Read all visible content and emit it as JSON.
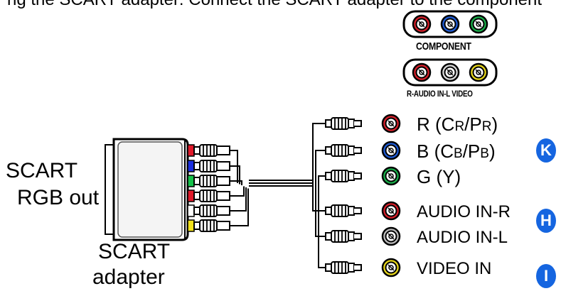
{
  "caption_partial": "ng the SCART adapter: Connect the SCART adapter to the component",
  "panel": {
    "component_label": "COMPONENT",
    "audio_video_label": "R-AUDIO IN-L VIDEO",
    "top_jack_colors": [
      "#d81f2a",
      "#1f5cd6",
      "#19b04a"
    ],
    "bottom_jack_colors": [
      "#d81f2a",
      "#d9d9d9",
      "#e8d71a"
    ]
  },
  "adapter": {
    "source_label_line1": "SCART",
    "source_label_line2": "RGB out",
    "adapter_label_line1": "SCART",
    "adapter_label_line2": "adapter",
    "plug_colors": [
      "#e0192a",
      "#1a2ee0",
      "#15c24a",
      "#e0192a",
      "#ffffff",
      "#f2e21a"
    ]
  },
  "connections": [
    {
      "main": "R (C",
      "sub1": "R",
      "mid": "/P",
      "sub2": "R",
      "end": ")",
      "jack_color": "#d81f2a"
    },
    {
      "main": "B (C",
      "sub1": "B",
      "mid": "/P",
      "sub2": "B",
      "end": ")",
      "jack_color": "#1f5cd6"
    },
    {
      "main": "G (Y)",
      "sub1": "",
      "mid": "",
      "sub2": "",
      "end": "",
      "jack_color": "#19b04a"
    },
    {
      "main": "AUDIO IN-R",
      "sub1": "",
      "mid": "",
      "sub2": "",
      "end": "",
      "jack_color": "#d81f2a"
    },
    {
      "main": "AUDIO IN-L",
      "sub1": "",
      "mid": "",
      "sub2": "",
      "end": "",
      "jack_color": "#bdbdbd"
    },
    {
      "main": "VIDEO IN",
      "sub1": "",
      "mid": "",
      "sub2": "",
      "end": "",
      "jack_color": "#e8d71a"
    }
  ],
  "badges": {
    "video_group": "K",
    "audio_group": "H",
    "composite": "I"
  }
}
